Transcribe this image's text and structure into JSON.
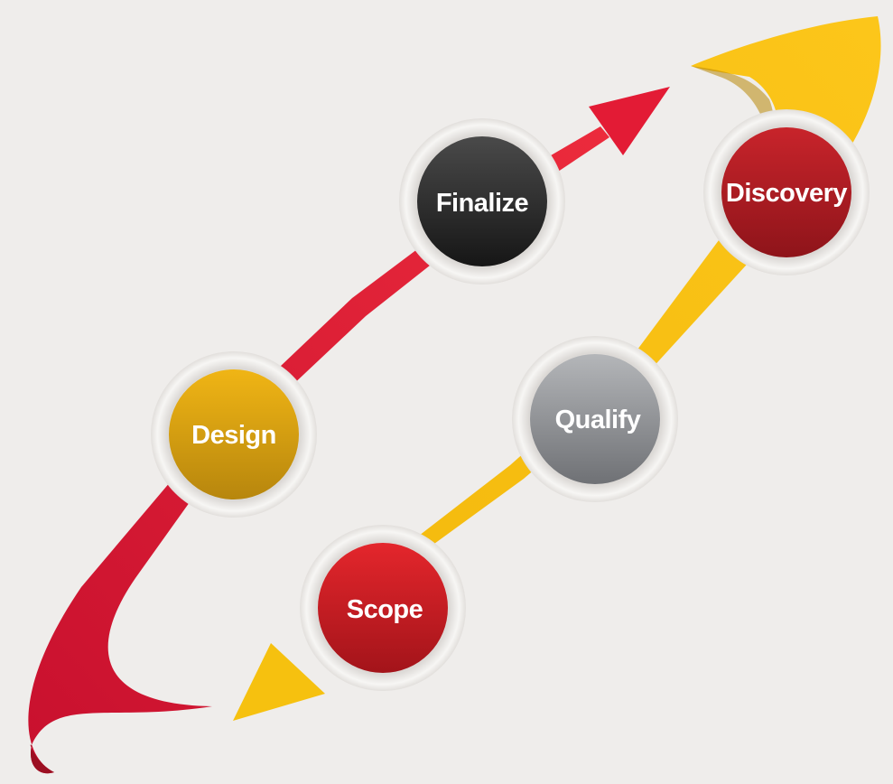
{
  "nodes": [
    {
      "id": "discovery",
      "label": "Discovery",
      "color": "#b01c22"
    },
    {
      "id": "qualify",
      "label": "Qualify",
      "color": "#8f9195"
    },
    {
      "id": "scope",
      "label": "Scope",
      "color": "#c4161c"
    },
    {
      "id": "design",
      "label": "Design",
      "color": "#d9a20d"
    },
    {
      "id": "finalize",
      "label": "Finalize",
      "color": "#2b2b2b"
    }
  ],
  "arrows": [
    {
      "id": "yellow-arrow",
      "color": "#f6c10f"
    },
    {
      "id": "red-arrow",
      "color": "#e31b35"
    }
  ]
}
